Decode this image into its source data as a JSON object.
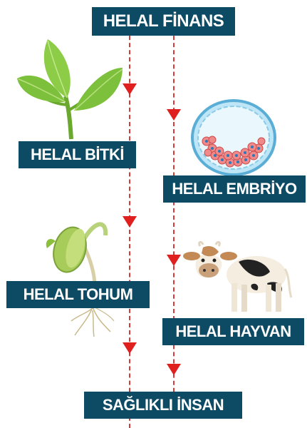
{
  "title": "HELAL FİNANS",
  "nodes": {
    "plant": "HELAL BİTKİ",
    "embryo": "HELAL EMBRİYO",
    "seed": "HELAL TOHUM",
    "animal": "HELAL HAYVAN",
    "human": "SAĞLIKLI İNSAN"
  },
  "colors": {
    "label_bg": "#0d4a63",
    "arrow": "#e0201f",
    "dashed_line": "#d83a3a",
    "leaf": "#7cc03c"
  },
  "icons": [
    "plant-leaves-icon",
    "embryo-cell-icon",
    "sprouting-seed-icon",
    "cow-icon"
  ]
}
